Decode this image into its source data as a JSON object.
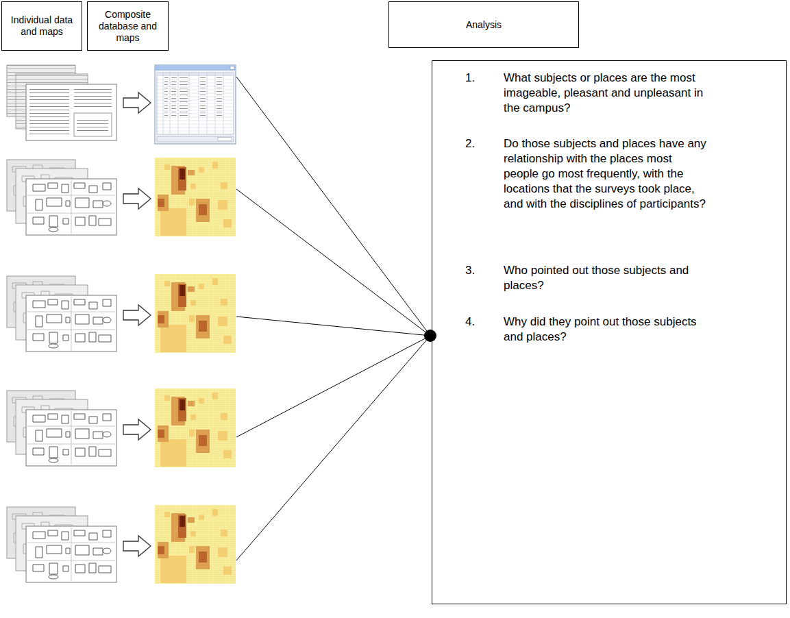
{
  "diagram": {
    "nodes": [
      {
        "text": [
          "Individual data and maps"
        ]
      },
      {
        "text": [
          "Composite database and maps"
        ]
      },
      {
        "text": [
          "Analysis"
        ]
      },
      {
        "text": [
          "1.",
          "What subjects or places are the most imageable, pleasant and unpleasant in the campus?",
          "2.",
          "Do those subjects and places have any relationship with the places most people go most frequently, with the locations that the surveys took place, and with the disciplines of participants?",
          "3.",
          "Who pointed out those subjects and places?",
          "4.",
          "Why did they point out those subjects and places?"
        ]
      }
    ]
  }
}
